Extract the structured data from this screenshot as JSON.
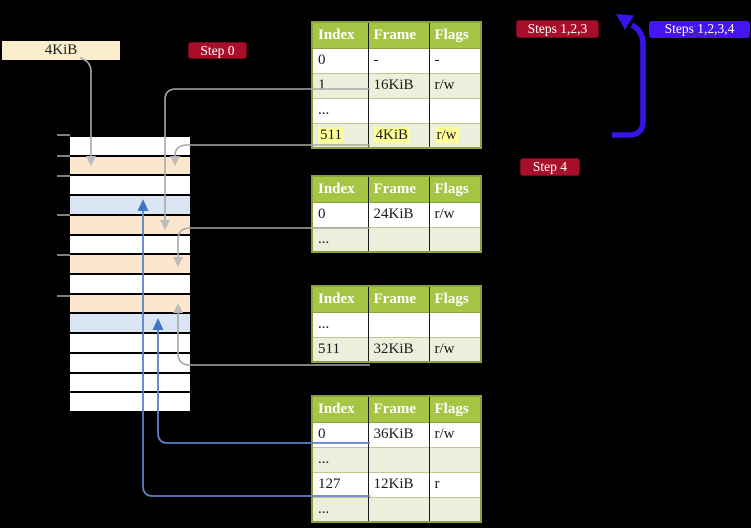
{
  "colors": {
    "background": "#000000",
    "label-cream": "#FAEECD",
    "badge-red": "#A8102A",
    "badge-red-border": "#6E0A1C",
    "badge-blue": "#4614F0",
    "table-header-green": "#A6C544",
    "table-border-olive": "#8BA23B",
    "table-row-separator": "#BCC98F",
    "table-row-alt": "#EBF0DC",
    "highlight-yellow": "#FFFF99",
    "strip-white": "#FFFFFF",
    "strip-orange": "#FDE6CE",
    "strip-blue": "#D9E5F3",
    "tick-gray": "#808080",
    "connector-gray": "#A9A9A9",
    "arrow-gray": "#BBBBBB",
    "connector-blue": "#5B83C9",
    "arrow-blue": "#4472C4",
    "big-arrow-blue": "#3A13E8"
  },
  "labels": {
    "page_size": "4KiB",
    "step0": "Step 0",
    "steps123": "Steps 1,2,3",
    "steps1234": "Steps 1,2,3,4",
    "step4": "Step 4"
  },
  "table_headers": [
    "Index",
    "Frame",
    "Flags"
  ],
  "page_tables": [
    {
      "rows": [
        {
          "cells": [
            "0",
            "-",
            "-"
          ]
        },
        {
          "cells": [
            "1",
            "16KiB",
            "r/w"
          ]
        },
        {
          "cells": [
            "...",
            "",
            ""
          ]
        },
        {
          "cells": [
            "511",
            "4KiB",
            "r/w"
          ],
          "highlight": true
        }
      ]
    },
    {
      "rows": [
        {
          "cells": [
            "0",
            "24KiB",
            "r/w"
          ]
        },
        {
          "cells": [
            "...",
            "",
            ""
          ]
        }
      ]
    },
    {
      "rows": [
        {
          "cells": [
            "...",
            "",
            ""
          ]
        },
        {
          "cells": [
            "511",
            "32KiB",
            "r/w"
          ]
        }
      ]
    },
    {
      "rows": [
        {
          "cells": [
            "0",
            "36KiB",
            "r/w"
          ]
        },
        {
          "cells": [
            "...",
            "",
            ""
          ]
        },
        {
          "cells": [
            "127",
            "12KiB",
            "r"
          ]
        },
        {
          "cells": [
            "...",
            "",
            ""
          ]
        }
      ]
    }
  ],
  "memory_strip": {
    "rows": [
      "white",
      "orange",
      "white",
      "blue",
      "orange",
      "white",
      "orange",
      "white",
      "orange",
      "blue",
      "white",
      "white",
      "white",
      "white"
    ],
    "tick_ys": [
      134,
      155,
      175,
      214,
      254,
      295
    ]
  }
}
